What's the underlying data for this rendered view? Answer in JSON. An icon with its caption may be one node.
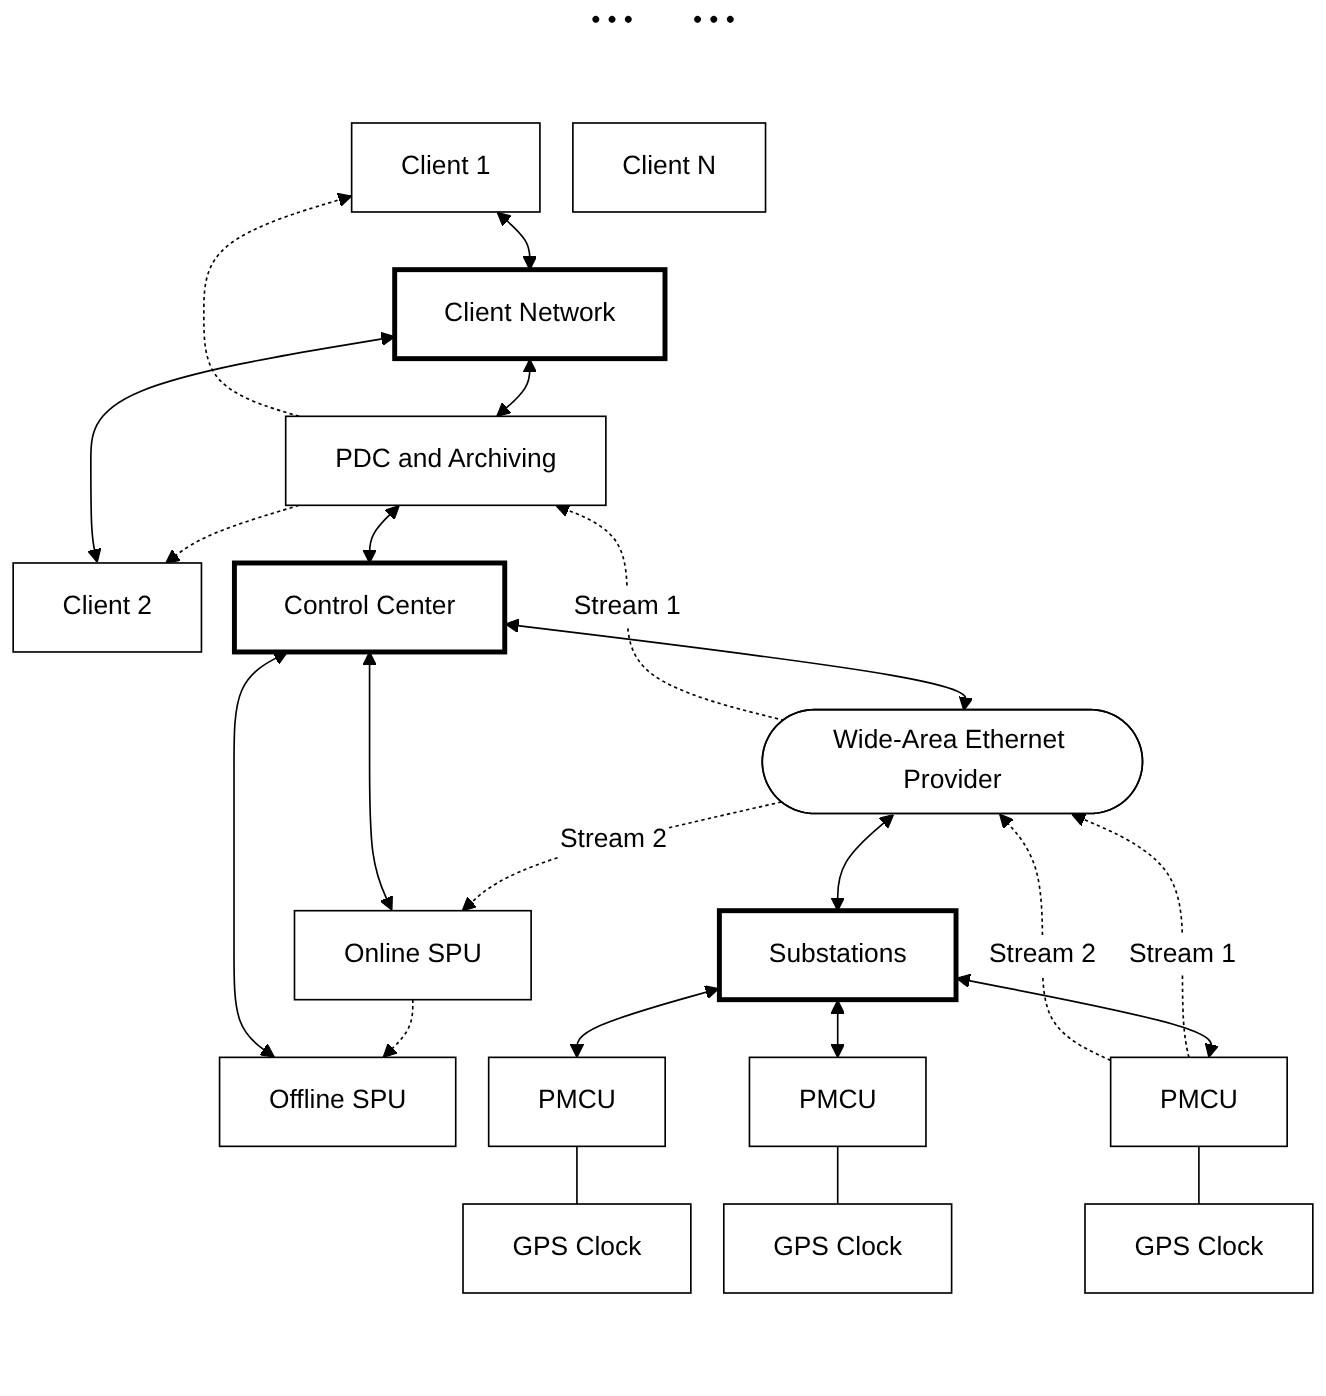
{
  "diagram": {
    "nodes": [
      {
        "text": [
          "Client 1"
        ]
      },
      {
        "text": [
          "Client 2"
        ]
      },
      {
        "text": [
          "Client N"
        ]
      },
      {
        "text": [
          "Client Network"
        ]
      },
      {
        "text": [
          "PDC and Archiving"
        ]
      },
      {
        "text": [
          "Online SPU"
        ]
      },
      {
        "text": [
          "Offline SPU"
        ]
      },
      {
        "text": [
          "Control Center"
        ]
      },
      {
        "text": [
          "Wide-Area Ethernet Provider"
        ]
      },
      {
        "text": [
          "Substations"
        ]
      },
      {
        "text": [
          "PMCU"
        ]
      },
      {
        "text": [
          "PMCU"
        ]
      },
      {
        "text": [
          "PMCU"
        ]
      },
      {
        "text": [
          "GPS Clock"
        ]
      },
      {
        "text": [
          "GPS Clock"
        ]
      },
      {
        "text": [
          "GPS Clock"
        ]
      }
    ],
    "edges": [
      {
        "from": 4,
        "to": 0,
        "arrow": "to",
        "style": "dashed"
      },
      {
        "from": 0,
        "to": 3,
        "arrow": "both"
      },
      {
        "from": 4,
        "to": 1,
        "arrow": "to",
        "style": "dashed"
      },
      {
        "from": 1,
        "to": 3,
        "arrow": "both"
      },
      {
        "from": 3,
        "to": 4,
        "arrow": "both"
      },
      {
        "from": 5,
        "to": 6,
        "arrow": "to",
        "style": "dashed"
      },
      {
        "from": 4,
        "to": 7,
        "arrow": "both"
      },
      {
        "from": 8,
        "to": 4,
        "arrow": "to",
        "style": "dashed",
        "label": "Stream 1"
      },
      {
        "from": 5,
        "to": 7,
        "arrow": "both"
      },
      {
        "from": 6,
        "to": 7,
        "arrow": "both"
      },
      {
        "from": 7,
        "to": 8,
        "arrow": "both"
      },
      {
        "from": 8,
        "to": 5,
        "arrow": "to",
        "style": "dashed",
        "label": "Stream 2"
      },
      {
        "from": 10,
        "to": 8,
        "arrow": "to",
        "style": "dashed",
        "label": "Stream 1"
      },
      {
        "from": 10,
        "to": 8,
        "arrow": "to",
        "style": "dashed",
        "label": "Stream 2"
      },
      {
        "from": 8,
        "to": 9,
        "arrow": "both"
      },
      {
        "from": 9,
        "to": 10,
        "arrow": "both"
      },
      {
        "from": 9,
        "to": 11,
        "arrow": "both"
      },
      {
        "from": 9,
        "to": 12,
        "arrow": "both"
      },
      {
        "from": 10,
        "to": 13,
        "arrow": "none"
      },
      {
        "from": 11,
        "to": 14,
        "arrow": "none"
      },
      {
        "from": 12,
        "to": 15,
        "arrow": "none"
      }
    ],
    "labels": [
      "• • •",
      "• • •"
    ]
  }
}
